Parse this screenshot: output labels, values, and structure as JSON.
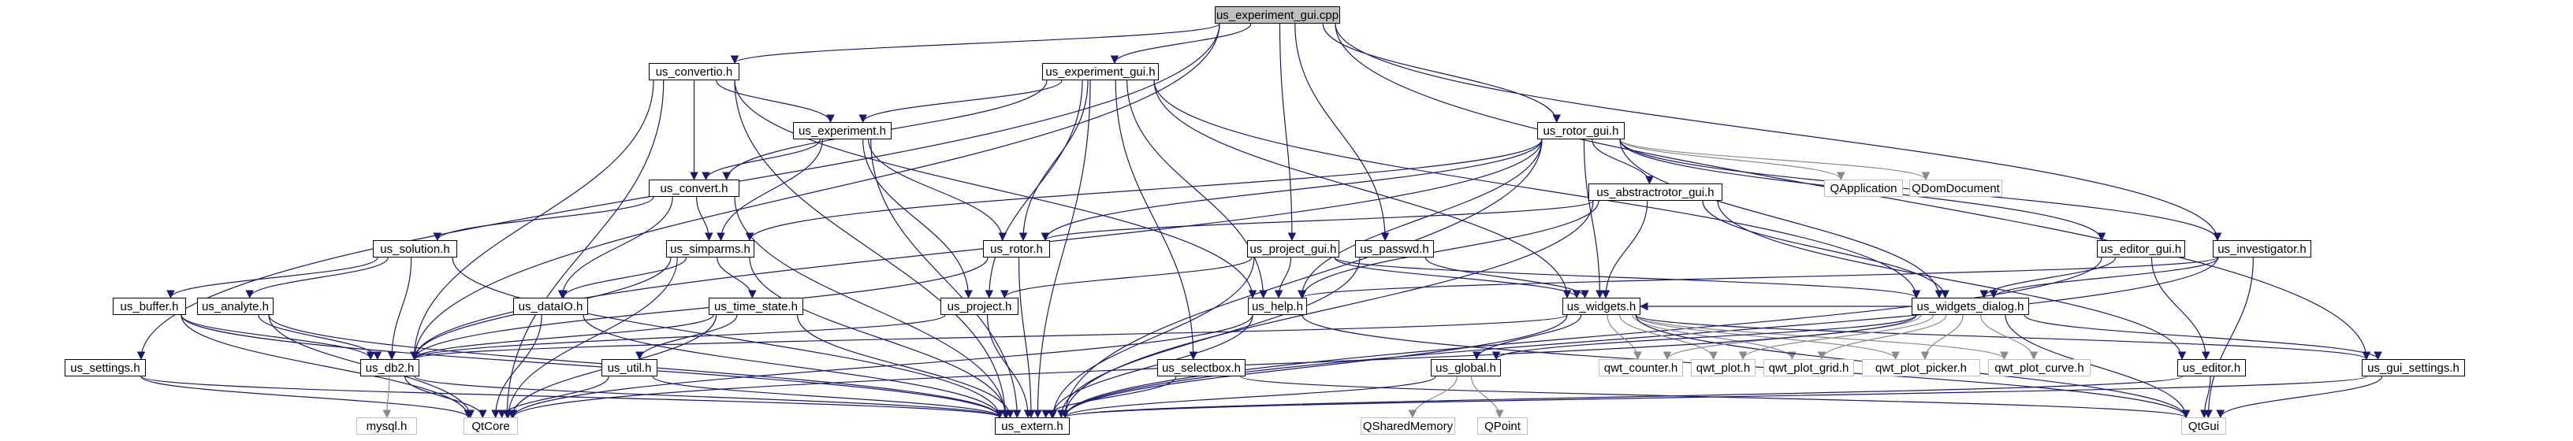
{
  "colors": {
    "edge": "#191970",
    "edge_gray": "#8a8a8a",
    "root_fill": "#bfbfbf",
    "border": "#000000",
    "external_border": "#bfbfbf"
  },
  "nodes": {
    "us_experiment_gui_cpp": "us_experiment_gui.cpp",
    "us_convertio_h": "us_convertio.h",
    "us_experiment_gui_h": "us_experiment_gui.h",
    "us_experiment_h": "us_experiment.h",
    "us_rotor_gui_h": "us_rotor_gui.h",
    "us_convert_h": "us_convert.h",
    "us_abstractrotor_gui_h": "us_abstractrotor_gui.h",
    "qapplication": "QApplication",
    "qdomdocument": "QDomDocument",
    "us_solution_h": "us_solution.h",
    "us_simparms_h": "us_simparms.h",
    "us_rotor_h": "us_rotor.h",
    "us_project_gui_h": "us_project_gui.h",
    "us_passwd_h": "us_passwd.h",
    "us_editor_gui_h": "us_editor_gui.h",
    "us_investigator_h": "us_investigator.h",
    "us_buffer_h": "us_buffer.h",
    "us_analyte_h": "us_analyte.h",
    "us_datalo_h": "us_dataIO.h",
    "us_time_state_h": "us_time_state.h",
    "us_project_h": "us_project.h",
    "us_help_h": "us_help.h",
    "us_widgets_h": "us_widgets.h",
    "us_widgets_dialog_h": "us_widgets_dialog.h",
    "us_settings_h": "us_settings.h",
    "us_db2_h": "us_db2.h",
    "us_util_h": "us_util.h",
    "us_selectbox_h": "us_selectbox.h",
    "us_global_h": "us_global.h",
    "qwt_counter_h": "qwt_counter.h",
    "qwt_plot_h": "qwt_plot.h",
    "qwt_plot_grid_h": "qwt_plot_grid.h",
    "qwt_plot_picker_h": "qwt_plot_picker.h",
    "qwt_plot_curve_h": "qwt_plot_curve.h",
    "us_editor_h": "us_editor.h",
    "us_gui_settings_h": "us_gui_settings.h",
    "mysql_h": "mysql.h",
    "qtcore": "QtCore",
    "us_extern_h": "us_extern.h",
    "qsharedmemory": "QSharedMemory",
    "qpoint": "QPoint",
    "qtgui": "QtGui"
  }
}
